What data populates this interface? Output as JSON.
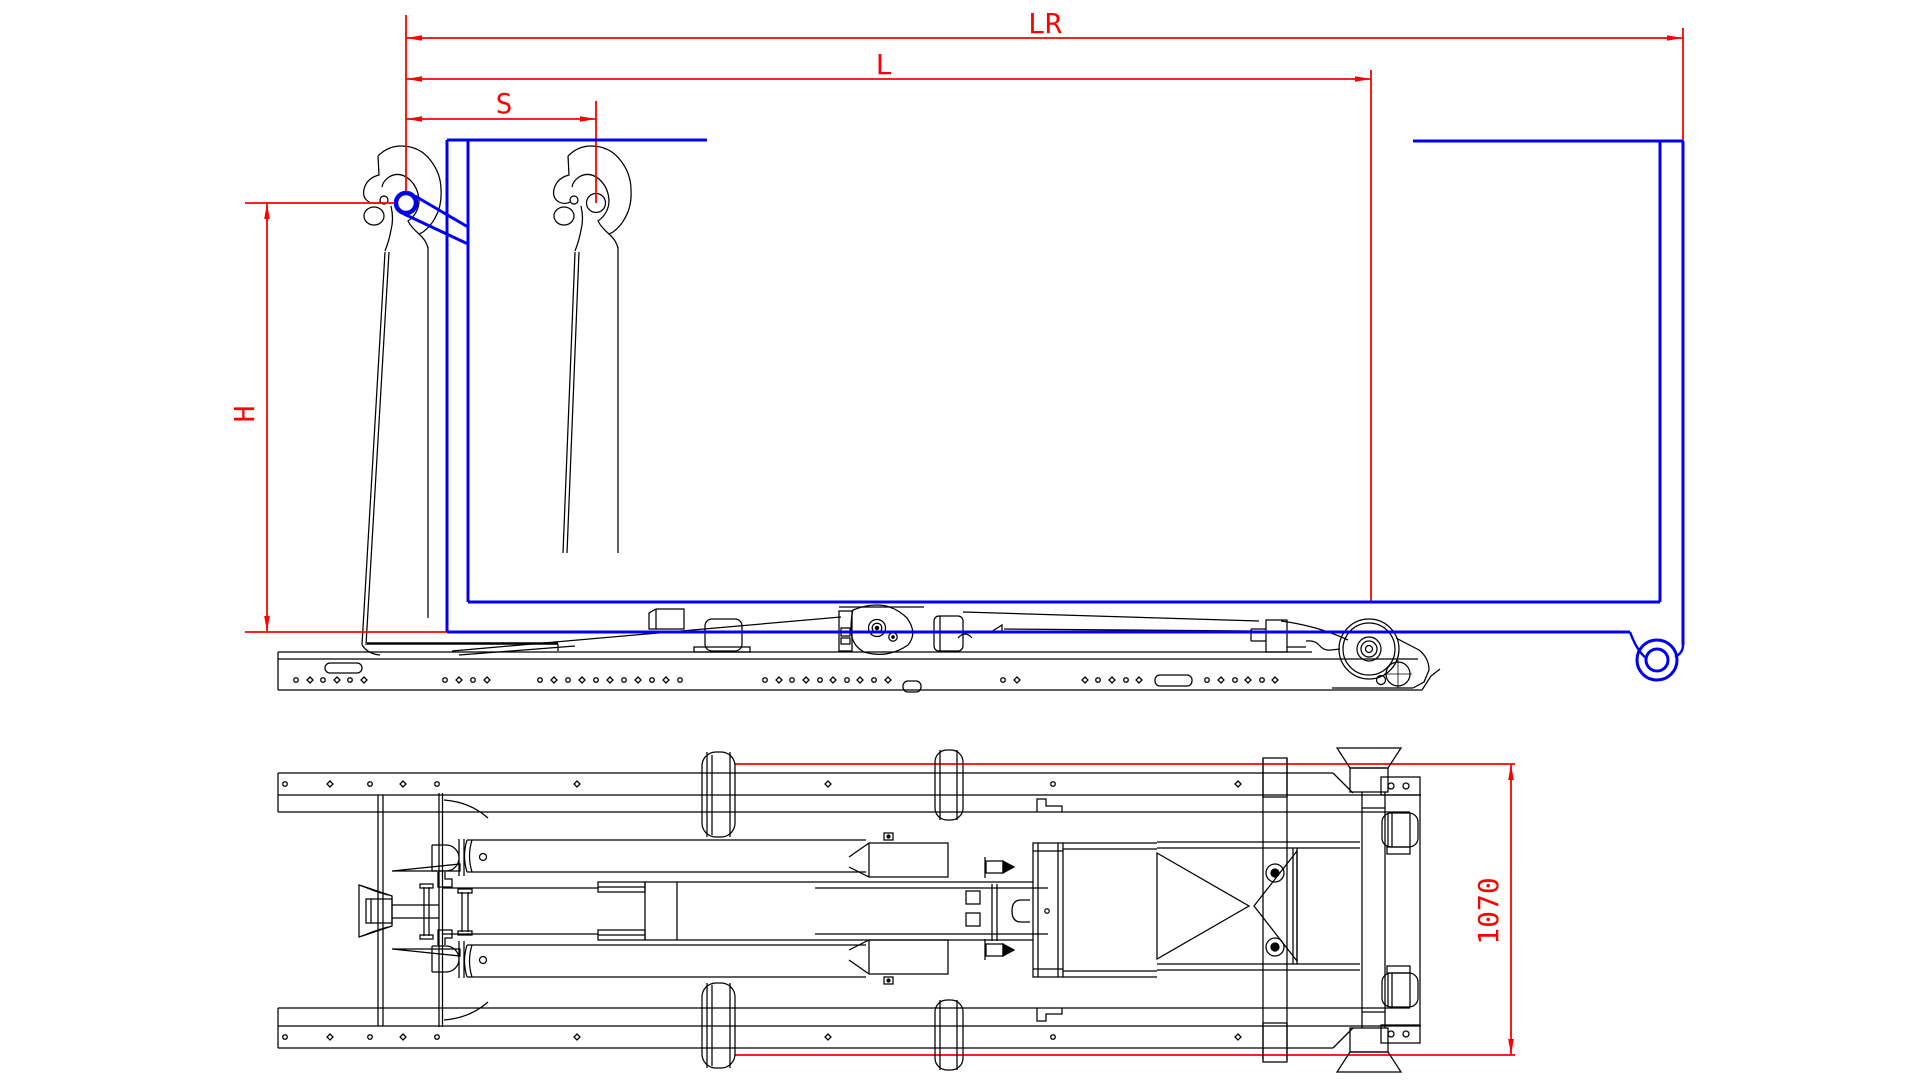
{
  "drawing": {
    "type": "engineering-cad-drawing",
    "subject": "hooklift frame with demountable container, side elevation and plan view",
    "colors": {
      "dimension": "#ff0000",
      "container": "#0000f0",
      "frame": "#000000",
      "background": "#ffffff"
    },
    "dimensions": {
      "lr": {
        "label": "LR"
      },
      "l": {
        "label": "L"
      },
      "s": {
        "label": "S"
      },
      "h": {
        "label": "H"
      },
      "width": {
        "label": "1070",
        "value": 1070
      }
    }
  }
}
